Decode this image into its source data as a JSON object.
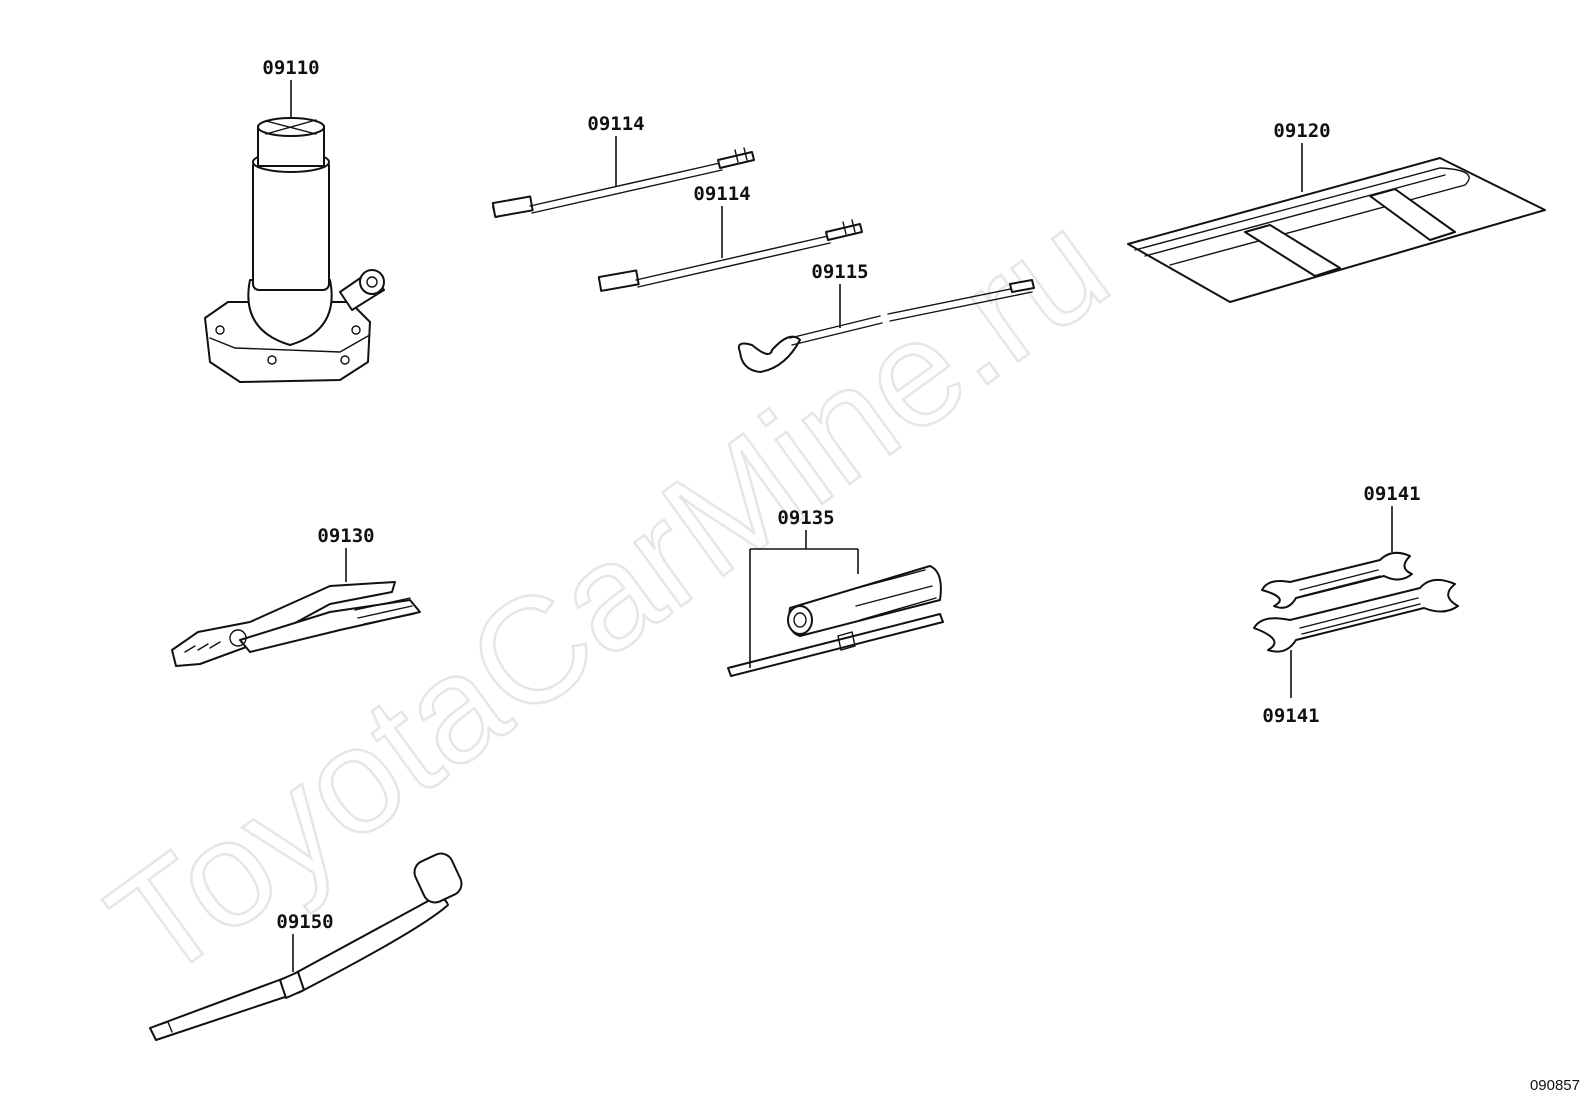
{
  "watermark": "ToyotaCarMine.ru",
  "diagram_ref": "090857",
  "callouts": {
    "jack": "09110",
    "handle_upper": "09114",
    "handle_lower": "09114",
    "jack_handle_hook": "09115",
    "tool_bag": "09120",
    "pliers": "09130",
    "screwdriver": "09135",
    "wrench_upper": "09141",
    "wrench_lower": "09141",
    "lug_wrench": "09150"
  }
}
